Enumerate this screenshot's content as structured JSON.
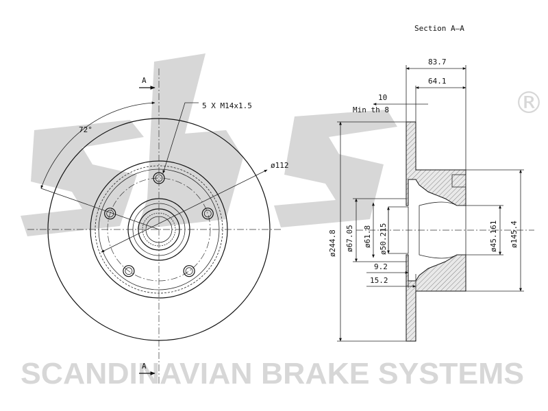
{
  "brand": {
    "registered_mark": "®",
    "tagline": "SCANDINAVIAN BRAKE SYSTEMS",
    "watermark_color": "#d7d7d7"
  },
  "front_view": {
    "section_marker_top": "A",
    "section_marker_bottom": "A",
    "bolt_angle": "72°",
    "bolt_callout": "5 X M14x1.5",
    "pcd_label": "ø112"
  },
  "section_view": {
    "title": "Section A–A",
    "overall_width": "83.7",
    "hub_width": "64.1",
    "disc_thickness": "10",
    "min_thickness": "Min th 8",
    "disc_diameter": "ø244.8",
    "hub_diameter": "ø67.05",
    "centering_diameter": "ø61.8",
    "bore_diameter": "ø50.215",
    "inner_bore_diameter": "ø45.161",
    "hat_diameter": "ø145.4",
    "offset_small": "9.2",
    "offset_large": "15.2"
  }
}
